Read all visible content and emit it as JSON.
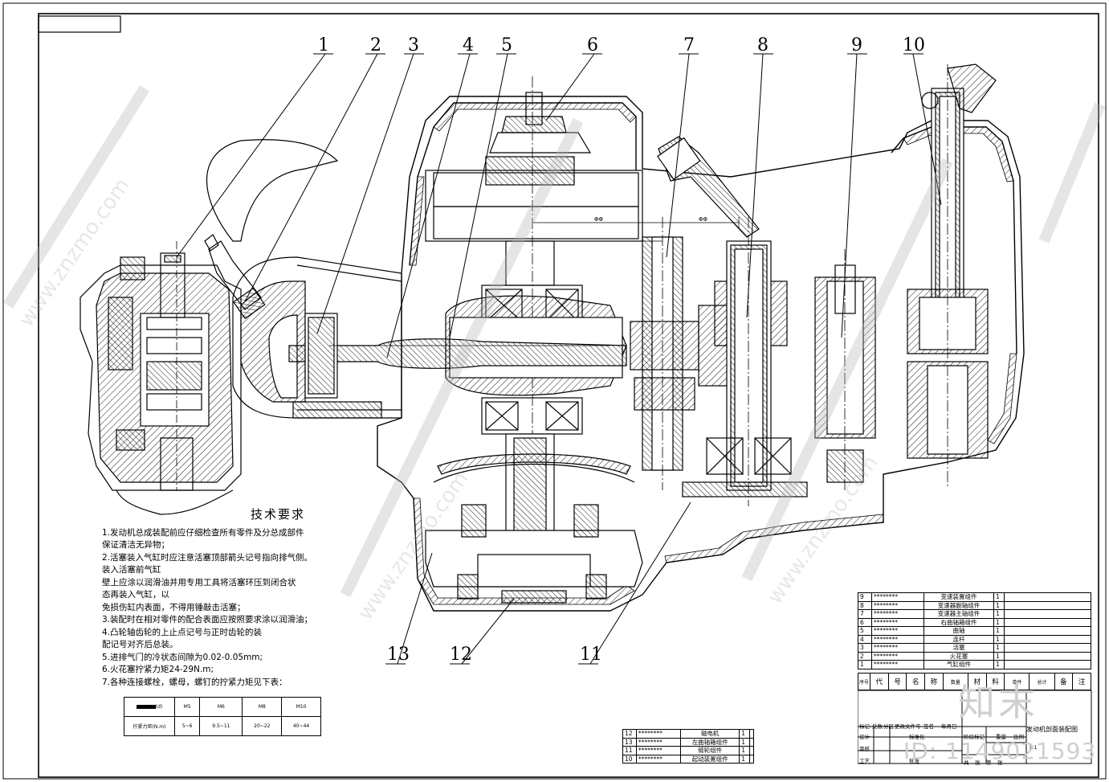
{
  "drawing": {
    "part_labels": [
      "1",
      "2",
      "3",
      "4",
      "5",
      "6",
      "7",
      "8",
      "9",
      "10",
      "11",
      "12",
      "13"
    ],
    "dim_marks": [
      "ΦΦ",
      "ΦΦ"
    ]
  },
  "tech_requirements": {
    "title": "技术要求",
    "lines": [
      "1.发动机总成装配前应仔细检查所有零件及分总成部件",
      "保证清洁无异物；",
      "2.活塞装入气缸时应注意活塞顶部箭头记号指向排气侧。",
      "装入活塞前气缸",
      "   壁上应涂以润滑油并用专用工具将活塞环压到闭合状",
      "态再装入气缸，以",
      "   免损伤缸内表面，不得用锤敲击活塞；",
      "3.装配时在相对零件的配合表面应按照要求涂以润滑油；",
      "4.凸轮轴齿轮的上止点记号与正时齿轮的装",
      "   配记号对齐后总装。",
      "5.进排气门的冷状态间隙为0.02-0.05mm;",
      "6.火花塞拧紧力矩24-29N.m;",
      "7.各种连接螺栓，螺母，螺钉的拧紧力矩见下表："
    ]
  },
  "torque_table": {
    "header": [
      "(d)",
      "M5",
      "M6",
      "M8",
      "M10"
    ],
    "row_label": "拧紧力矩(N.m)",
    "values": [
      "5~6",
      "9.5~11",
      "20~22",
      "40~44"
    ]
  },
  "bom_right": [
    {
      "no": "9",
      "code": "********",
      "name": "变速装置组件",
      "qty": "1"
    },
    {
      "no": "8",
      "code": "********",
      "name": "变速器副轴组件",
      "qty": "1"
    },
    {
      "no": "7",
      "code": "********",
      "name": "变速器主轴组件",
      "qty": "1"
    },
    {
      "no": "6",
      "code": "********",
      "name": "右曲轴箱组件",
      "qty": "1"
    },
    {
      "no": "5",
      "code": "********",
      "name": "曲轴",
      "qty": "1"
    },
    {
      "no": "4",
      "code": "********",
      "name": "连杆",
      "qty": "1"
    },
    {
      "no": "3",
      "code": "********",
      "name": "活塞",
      "qty": "1"
    },
    {
      "no": "2",
      "code": "********",
      "name": "火花塞",
      "qty": "1"
    },
    {
      "no": "1",
      "code": "********",
      "name": "气缸组件",
      "qty": "1"
    }
  ],
  "bom_header": [
    "序号",
    "代",
    "号",
    "名",
    "称",
    "数量",
    "材",
    "料",
    "单件",
    "总计",
    "备",
    "注"
  ],
  "bom_left": [
    {
      "no": "12",
      "code": "********",
      "name": "磁电机",
      "qty": "1"
    },
    {
      "no": "13",
      "code": "********",
      "name": "左曲轴箱组件",
      "qty": "1"
    },
    {
      "no": "11",
      "code": "********",
      "name": "链轮组件",
      "qty": "1"
    },
    {
      "no": "10",
      "code": "********",
      "name": "起动装置组件",
      "qty": "1"
    }
  ],
  "title_block": {
    "labels": [
      "标记",
      "处数",
      "分区",
      "更改文件号",
      "签名",
      "年月日",
      "设计",
      "标准化",
      "阶段标记",
      "重量",
      "比例",
      "审核",
      "工艺",
      "批准",
      "共",
      "张",
      "第",
      "张"
    ],
    "scale": "1:1",
    "drawing_title": "发动机剖面装配图"
  },
  "brand": {
    "logo_text": "知末",
    "id_text": "ID: 1149021593",
    "watermark": "www.znzmo.com"
  },
  "colors": {
    "line": "#000000",
    "watermark": "#c8c8c8"
  }
}
